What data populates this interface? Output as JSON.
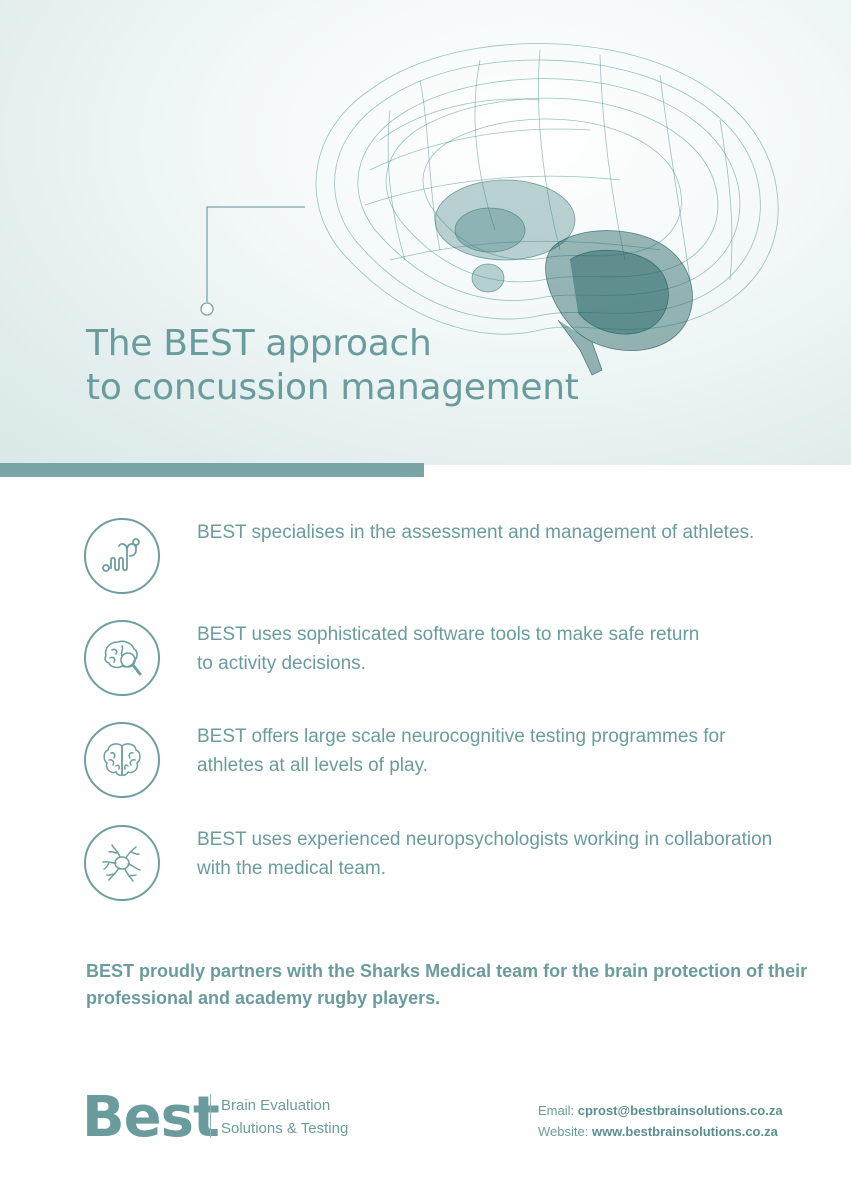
{
  "colors": {
    "brand": "#6a9c9d",
    "accent_bar": "#7aa5a6",
    "icon_stroke": "#6e9fa0"
  },
  "hero": {
    "headline_line1": "The BEST approach",
    "headline_line2": "to concussion management",
    "illustration": "wireframe-brain-illustration"
  },
  "features": [
    {
      "icon": "stethoscope-icon",
      "text": "BEST specialises in the assessment and management of athletes."
    },
    {
      "icon": "brain-magnifier-icon",
      "text": "BEST uses sophisticated software tools to make safe return\nto activity decisions."
    },
    {
      "icon": "brain-icon",
      "text": "BEST offers large scale neurocognitive testing programmes for\nathletes at all levels of play."
    },
    {
      "icon": "neuron-icon",
      "text": "BEST uses experienced neuropsychologists working in collaboration\nwith the medical team."
    }
  ],
  "partner_statement": "BEST proudly partners with the Sharks Medical team for the brain protection of their professional and academy rugby players.",
  "footer": {
    "logo_word": "Best",
    "tagline_line1": "Brain Evaluation",
    "tagline_line2": "Solutions & Testing",
    "email_label": "Email:",
    "email_value": "cprost@bestbrainsolutions.co.za",
    "website_label": "Website:",
    "website_value": "www.bestbrainsolutions.co.za"
  }
}
